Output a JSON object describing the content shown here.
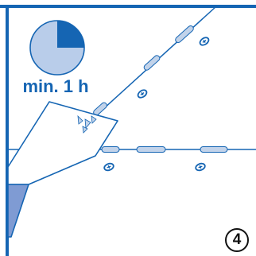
{
  "timer": {
    "label": "min. 1 h",
    "elapsed_fraction": 0.25,
    "colors": {
      "face": "#b9cdea",
      "wedge": "#1565b3",
      "outline": "#1565b3"
    }
  },
  "step": {
    "number": "4"
  },
  "colors": {
    "frame": "#1565b3",
    "surface_line": "#1565b3",
    "bead": "#c2d3ea",
    "cartridge_body": "#ffffff",
    "cartridge_cap": "#7f9bd3",
    "screw_fill": "#ffffff",
    "screw_outline": "#1565b3"
  },
  "icons": [
    "timer-icon",
    "caulking-cartridge-icon",
    "screw-hole-icon",
    "sealant-bead-icon"
  ]
}
